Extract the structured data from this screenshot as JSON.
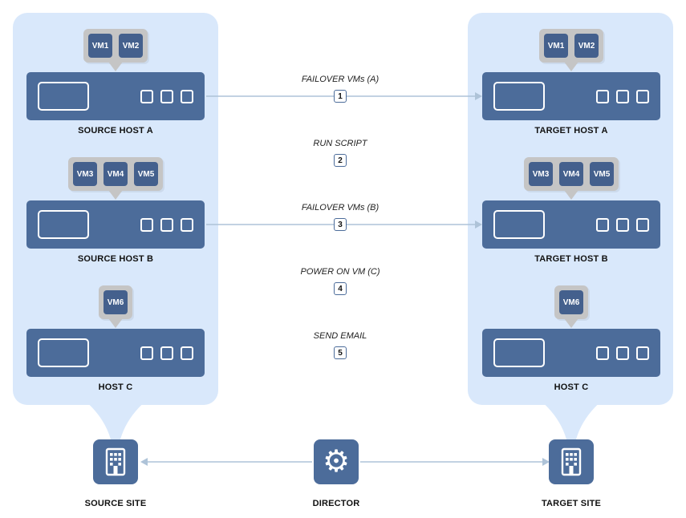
{
  "colors": {
    "panel_fill": "#d9e8fb",
    "host_fill": "#4c6c9a",
    "vm_fill": "#44608d",
    "vm_tab_fill": "#c5c5c5",
    "arrow": "#aec3d8",
    "badge_border": "#4c6c9a"
  },
  "icons": {
    "gear": "⚙"
  },
  "panels": {
    "left": {
      "hosts": [
        {
          "label": "SOURCE HOST A",
          "vms": [
            "VM1",
            "VM2"
          ]
        },
        {
          "label": "SOURCE HOST B",
          "vms": [
            "VM3",
            "VM4",
            "VM5"
          ]
        },
        {
          "label": "HOST C",
          "vms": [
            "VM6"
          ]
        }
      ]
    },
    "right": {
      "hosts": [
        {
          "label": "TARGET HOST A",
          "vms": [
            "VM1",
            "VM2"
          ]
        },
        {
          "label": "TARGET HOST B",
          "vms": [
            "VM3",
            "VM4",
            "VM5"
          ]
        },
        {
          "label": "HOST C",
          "vms": [
            "VM6"
          ]
        }
      ]
    }
  },
  "steps": [
    {
      "num": "1",
      "label": "FAILOVER VMs (A)"
    },
    {
      "num": "2",
      "label": "RUN SCRIPT"
    },
    {
      "num": "3",
      "label": "FAILOVER VMs (B)"
    },
    {
      "num": "4",
      "label": "POWER ON VM (C)"
    },
    {
      "num": "5",
      "label": "SEND EMAIL"
    }
  ],
  "bottom": {
    "source": {
      "label": "SOURCE SITE"
    },
    "director": {
      "label": "DIRECTOR"
    },
    "target": {
      "label": "TARGET SITE"
    }
  }
}
